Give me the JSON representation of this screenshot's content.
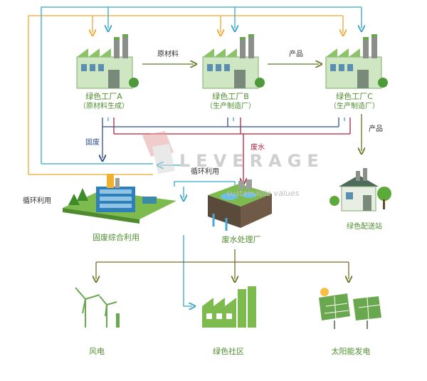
{
  "factories": [
    {
      "name": "绿色工厂A",
      "sub": "（原材料生成）"
    },
    {
      "name": "绿色工厂B",
      "sub": "（生产制造厂）"
    },
    {
      "name": "绿色工厂C",
      "sub": "（生产制造厂）"
    }
  ],
  "flows": {
    "raw_material": "原材料",
    "product_top": "产品",
    "product_side": "产品",
    "solid_waste": "固废",
    "waste_water": "废水",
    "recycle_left": "循环利用",
    "recycle_center": "循环利用"
  },
  "facilities": {
    "solid_waste_plant": "固废综合利用",
    "water_plant": "废水处理厂",
    "distribution": "绿色配送站"
  },
  "energy": {
    "wind": "风电",
    "community": "绿色社区",
    "solar": "太阳能发电"
  },
  "watermark": {
    "brand": "LEVERAGE",
    "tagline": "sustainable values"
  },
  "colors": {
    "orange": "#f0a830",
    "cyan": "#35a6c8",
    "red": "#b4233d",
    "navy": "#2f4d8f",
    "olive": "#7a6b2a",
    "green": "#6aa84f",
    "label_green": "#4f8f2f"
  }
}
